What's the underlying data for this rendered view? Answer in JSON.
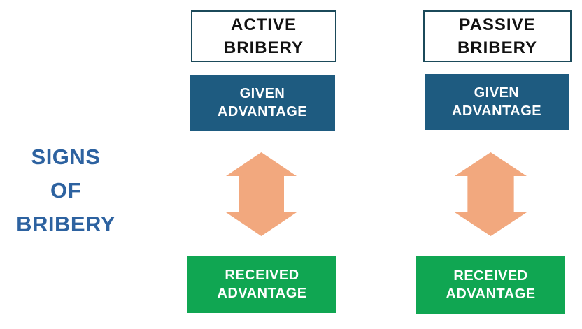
{
  "diagram": {
    "title": {
      "line1": "SIGNS",
      "line2": "OF",
      "line3": "BRIBERY"
    },
    "columns": [
      {
        "id": "active-bribery",
        "header_line1": "ACTIVE",
        "header_line2": "BRIBERY",
        "given_line1": "GIVEN",
        "given_line2": "ADVANTAGE",
        "received_line1": "RECEIVED",
        "received_line2": "ADVANTAGE"
      },
      {
        "id": "passive-bribery",
        "header_line1": "PASSIVE",
        "header_line2": "BRIBERY",
        "given_line1": "GIVEN",
        "given_line2": "ADVANTAGE",
        "received_line1": "RECEIVED",
        "received_line2": "ADVANTAGE"
      }
    ],
    "icons": {
      "exchange_arrow": "double-headed-vertical-arrow"
    },
    "colors": {
      "title_blue": "#2D62A0",
      "teal_box": "#1E5B80",
      "green_box": "#10A652",
      "arrow_orange": "#F2A87E",
      "header_border": "#1B4A5A",
      "header_text": "#111111",
      "box_text": "#FFFFFF",
      "background": "#FFFFFF"
    }
  }
}
